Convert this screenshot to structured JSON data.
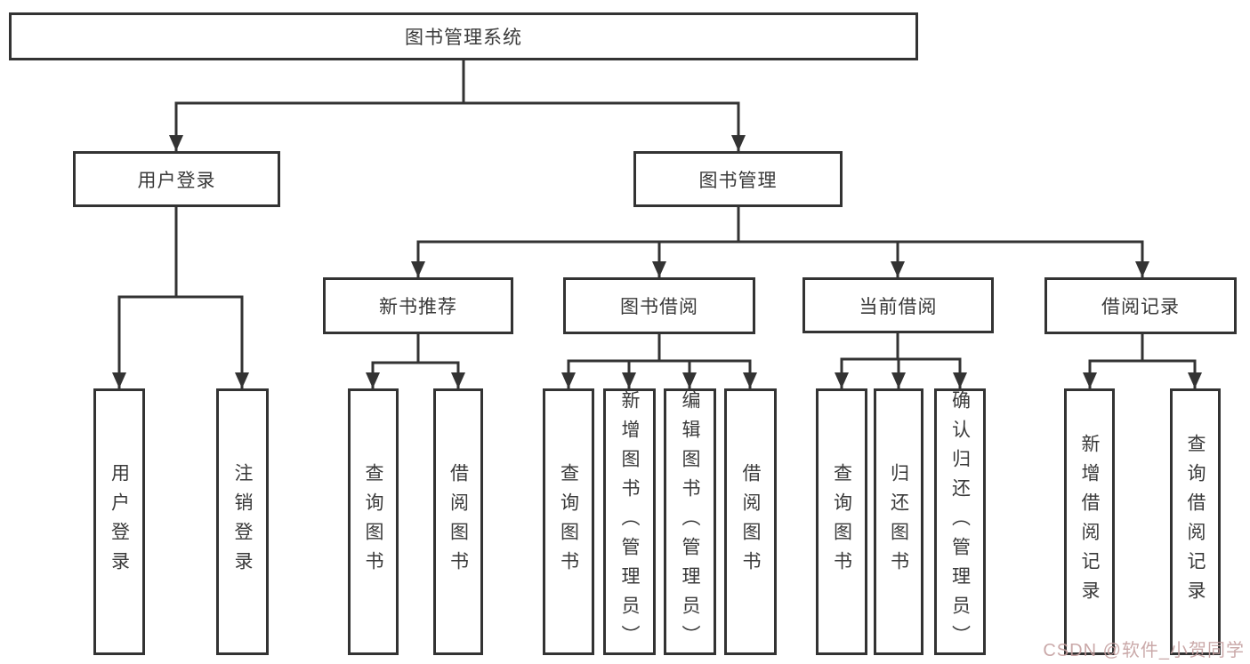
{
  "tree": {
    "root": {
      "label": "图书管理系统",
      "children": [
        {
          "label": "用户登录",
          "children": [
            {
              "label": "用户登录"
            },
            {
              "label": "注销登录"
            }
          ]
        },
        {
          "label": "图书管理",
          "children": [
            {
              "label": "新书推荐",
              "children": [
                {
                  "label": "查询图书"
                },
                {
                  "label": "借阅图书"
                }
              ]
            },
            {
              "label": "图书借阅",
              "children": [
                {
                  "label": "查询图书"
                },
                {
                  "label": "新增图书（管理员）"
                },
                {
                  "label": "编辑图书（管理员）"
                },
                {
                  "label": "借阅图书"
                }
              ]
            },
            {
              "label": "当前借阅",
              "children": [
                {
                  "label": "查询图书"
                },
                {
                  "label": "归还图书"
                },
                {
                  "label": "确认归还（管理员）"
                }
              ]
            },
            {
              "label": "借阅记录",
              "children": [
                {
                  "label": "新增借阅记录"
                },
                {
                  "label": "查询借阅记录"
                }
              ]
            }
          ]
        }
      ]
    }
  },
  "watermark": {
    "text": "CSDN @软件_小贺同学"
  },
  "colors": {
    "line": "#333333",
    "text": "#3a3a3a",
    "watermark": "#c5a0a0",
    "background": "#ffffff"
  }
}
